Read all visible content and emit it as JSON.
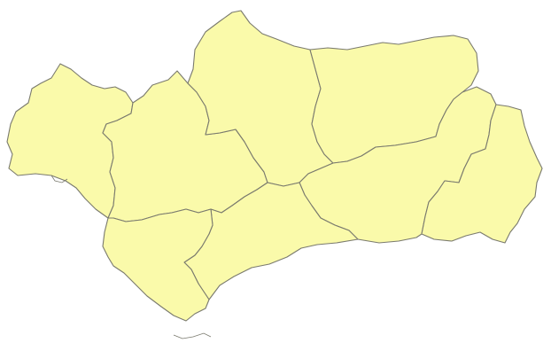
{
  "map": {
    "regions": [
      {
        "id": "huelva"
      },
      {
        "id": "sevilla"
      },
      {
        "id": "cordoba"
      },
      {
        "id": "jaen"
      },
      {
        "id": "granada"
      },
      {
        "id": "almeria"
      },
      {
        "id": "malaga"
      },
      {
        "id": "cadiz"
      }
    ],
    "colors": {
      "background": "#ffffff",
      "fill": "#fafaaa",
      "border": "#7a7a6e"
    }
  }
}
